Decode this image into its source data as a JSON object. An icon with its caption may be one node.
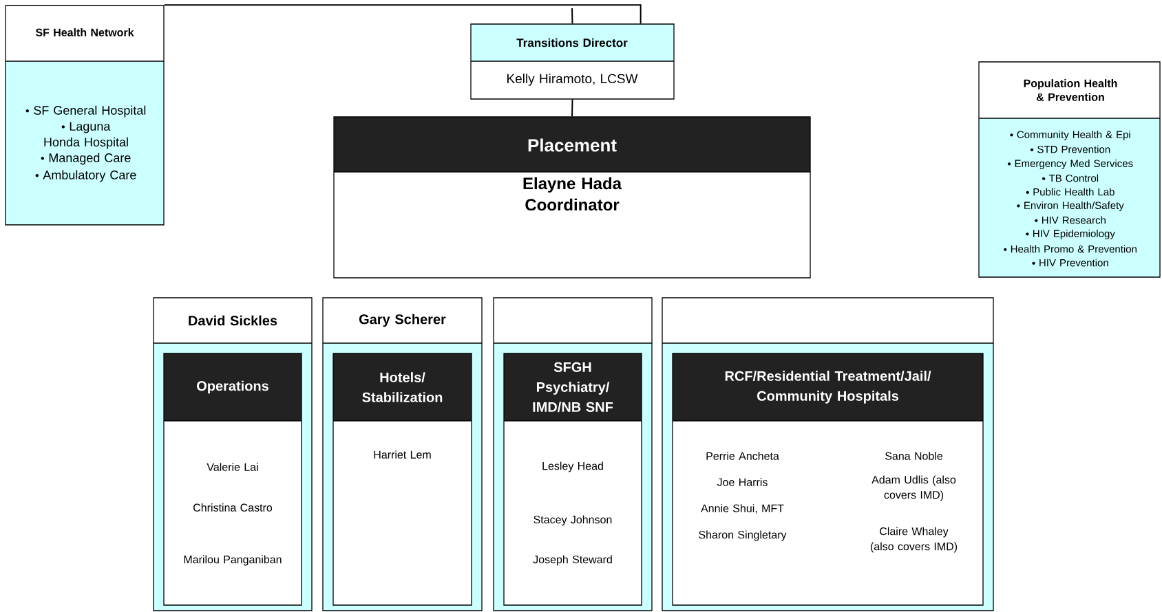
{
  "diagram": {
    "nodes": [
      {
        "text": [
          "SF Health Network",
          "SF General Hospital",
          "Laguna Honda Hospital",
          "Managed Care",
          "Ambulatory Care"
        ]
      },
      {
        "text": [
          "Transitions Director",
          "Kelly Hiramoto, LCSW"
        ]
      },
      {
        "text": [
          "Placement",
          "Elayne Hada Coordinator"
        ]
      },
      {
        "text": [
          "Population Health & Prevention",
          "Community Health & Epi",
          "STD Prevention",
          "Emergency Med Services",
          "TB Control",
          "Public Health Lab",
          "Environ Health/Safety",
          "HIV Research",
          "HIV Epidemiology",
          "Health Promo & Prevention",
          "HIV Prevention"
        ]
      },
      {
        "text": [
          "David Sickles"
        ]
      },
      {
        "text": [
          "Operations",
          "Valerie Lai",
          "Christina Castro",
          "Marilou Panganiban"
        ],
        "in": 4
      },
      {
        "text": [
          "Gary Scherer"
        ]
      },
      {
        "text": [
          "Hotels/ Stabilization",
          "Harriet Lem"
        ],
        "in": 6
      },
      {
        "text": [],
        "shape": "box"
      },
      {
        "text": [
          "SFGH Psychiatry/ IMD/NB SNF",
          "Lesley Head",
          "Stacey Johnson",
          "Joseph Steward"
        ],
        "in": 8
      },
      {
        "text": [],
        "shape": "box"
      },
      {
        "text": [
          "RCF/Residential Treatment/Jail/ Community Hospitals",
          "Perrie Ancheta",
          "Joe Harris",
          "Annie Shui, MFT",
          "Sharon Singletary",
          "Sana Noble",
          "Adam Udlis (also covers IMD)",
          "Claire Whaley (also covers IMD)"
        ],
        "in": 10
      }
    ],
    "edges": [
      {
        "from": 0,
        "to": 1,
        "arrow": "none"
      },
      {
        "from": null,
        "to": 1,
        "arrow": "none"
      },
      {
        "from": 1,
        "to": 2,
        "arrow": "none"
      }
    ]
  }
}
